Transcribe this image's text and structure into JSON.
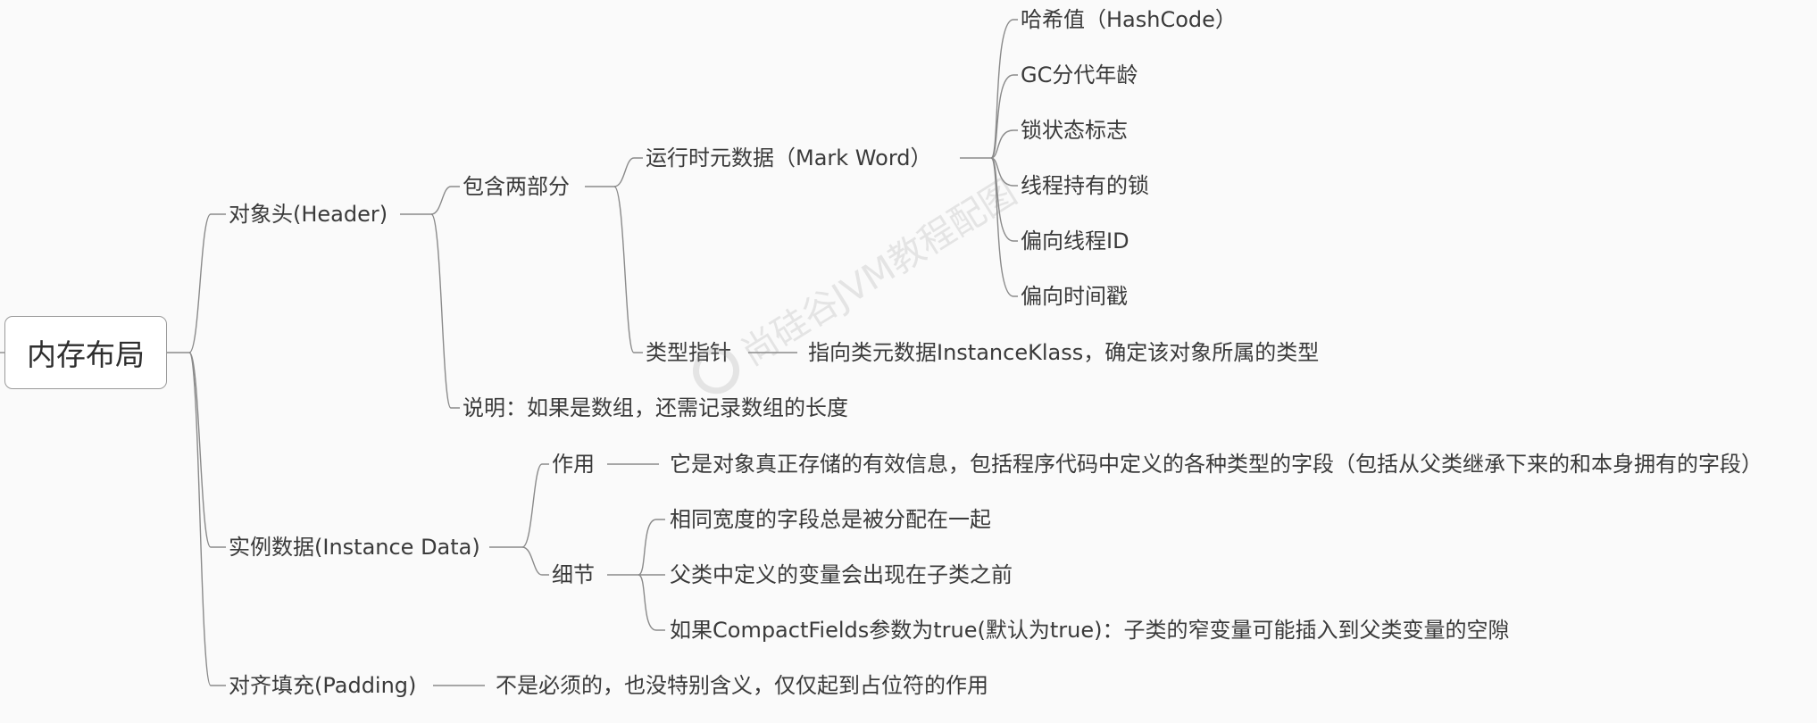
{
  "root": "内存布局",
  "header": {
    "label": "对象头(Header)",
    "contains": {
      "label": "包含两部分",
      "mark_word": {
        "label": "运行时元数据（Mark Word）",
        "items": [
          "哈希值（HashCode）",
          "GC分代年龄",
          "锁状态标志",
          "线程持有的锁",
          "偏向线程ID",
          "偏向时间戳"
        ]
      },
      "klass_pointer": {
        "label": "类型指针",
        "desc": "指向类元数据InstanceKlass，确定该对象所属的类型"
      }
    },
    "note": "说明：如果是数组，还需记录数组的长度"
  },
  "instance_data": {
    "label": "实例数据(Instance Data)",
    "role": {
      "label": "作用",
      "desc": "它是对象真正存储的有效信息，包括程序代码中定义的各种类型的字段（包括从父类继承下来的和本身拥有的字段）"
    },
    "detail": {
      "label": "细节",
      "items": [
        "相同宽度的字段总是被分配在一起",
        "父类中定义的变量会出现在子类之前",
        "如果CompactFields参数为true(默认为true)：子类的窄变量可能插入到父类变量的空隙"
      ]
    }
  },
  "padding": {
    "label": "对齐填充(Padding)",
    "desc": "不是必须的，也没特别含义，仅仅起到占位符的作用"
  },
  "watermark": "尚硅谷JVM教程配图",
  "colors": {
    "background": "#fafafa",
    "line": "#8a8a8a",
    "text": "#3a3a3a"
  }
}
